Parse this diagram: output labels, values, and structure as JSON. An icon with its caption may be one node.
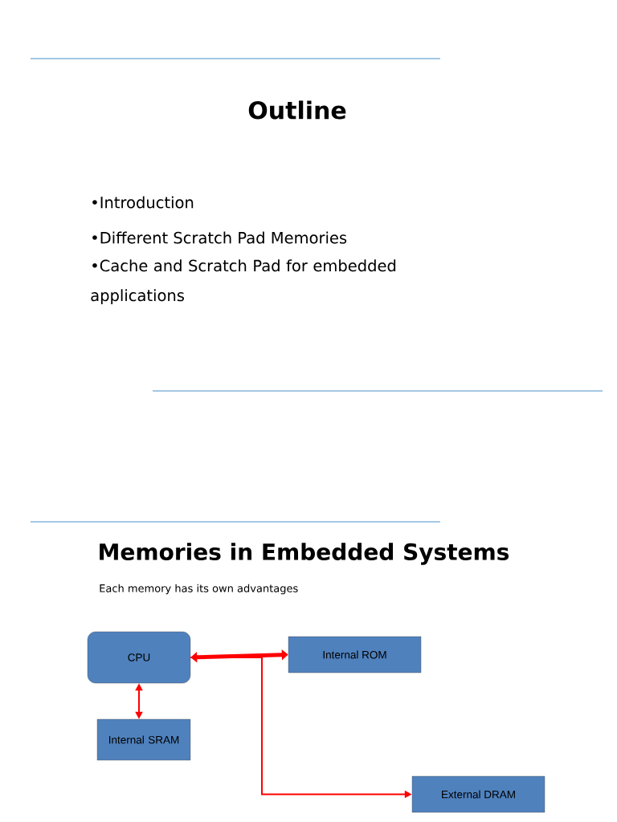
{
  "diagram": {
    "nodes": [
      {
        "text": [
          "CPU"
        ]
      },
      {
        "text": [
          "Internal ROM"
        ]
      },
      {
        "text": [
          "Internal SRAM"
        ]
      },
      {
        "text": [
          "External DRAM"
        ]
      }
    ],
    "edges": [
      {
        "from": 0,
        "to": 1,
        "arrow": "both",
        "style": "thick"
      },
      {
        "from": 0,
        "to": 2,
        "arrow": "both"
      },
      {
        "from": 0,
        "to": 3,
        "arrow": "to"
      }
    ],
    "labels": [
      "Outline",
      "•Introduction",
      "•Different Scratch Pad Memories",
      "•Cache and Scratch Pad for embedded applications",
      "Memories in Embedded Systems",
      "Each memory has its own advantages"
    ]
  }
}
